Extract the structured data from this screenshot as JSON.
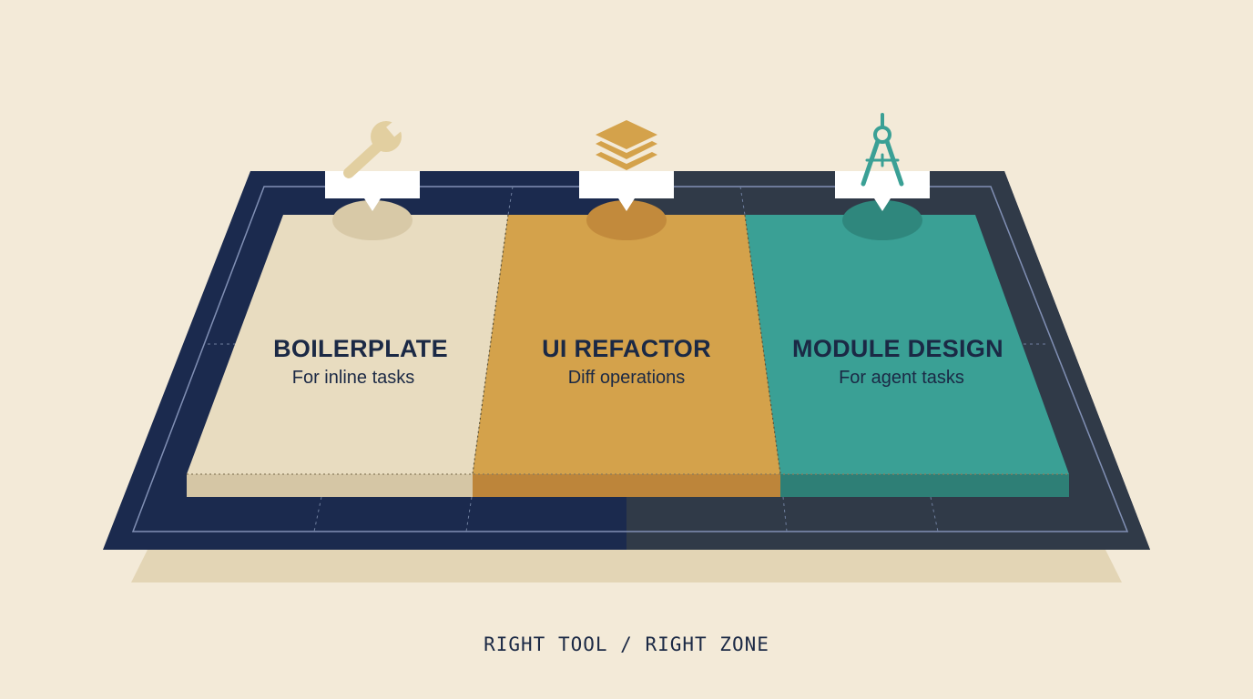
{
  "zones": [
    {
      "title": "BOILERPLATE",
      "subtitle": "For inline tasks",
      "icon": "wrench-icon",
      "color": "#e8dcc0"
    },
    {
      "title": "UI REFACTOR",
      "subtitle": "Diff operations",
      "icon": "layers-icon",
      "color": "#d4a24b"
    },
    {
      "title": "MODULE DESIGN",
      "subtitle": "For agent tasks",
      "icon": "compass-icon",
      "color": "#3aa095"
    }
  ],
  "caption": "RIGHT TOOL / RIGHT ZONE",
  "colors": {
    "background": "#f3ead8",
    "board_frame": "#1b2a4e",
    "board_dark": "#2f3a48",
    "text": "#1b2945",
    "icon_wrench": "#e2cfa0",
    "icon_layers": "#d4a24b",
    "icon_compass": "#3aa095"
  }
}
